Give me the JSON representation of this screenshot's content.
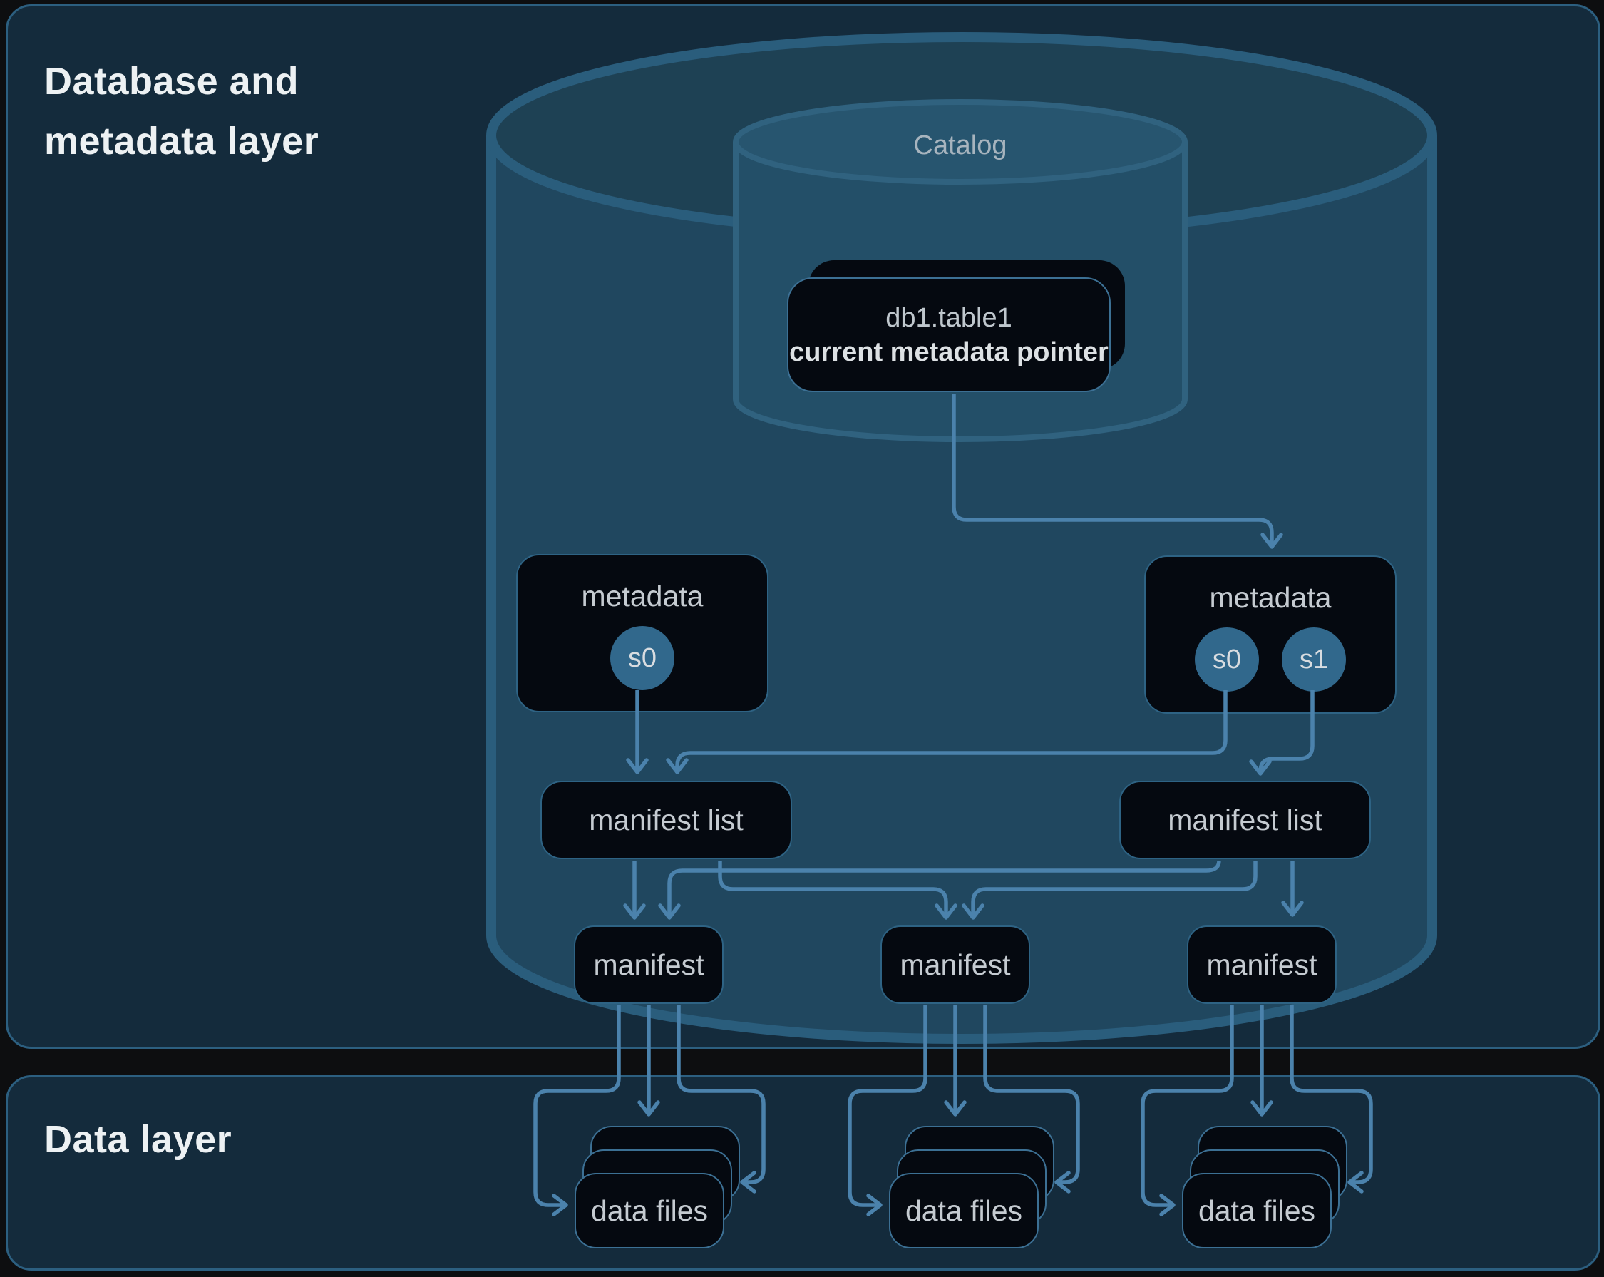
{
  "layers": {
    "metadata_layer_title_line1": "Database and",
    "metadata_layer_title_line2": "metadata layer",
    "data_layer_title": "Data layer"
  },
  "catalog": {
    "label": "Catalog",
    "pointer_box": {
      "line1": "db1.table1",
      "line2": "current metadata pointer"
    }
  },
  "metadata_files": [
    {
      "label": "metadata",
      "snapshots": [
        "s0"
      ]
    },
    {
      "label": "metadata",
      "snapshots": [
        "s0",
        "s1"
      ]
    }
  ],
  "manifest_lists": [
    {
      "label": "manifest list"
    },
    {
      "label": "manifest list"
    }
  ],
  "manifests": [
    {
      "label": "manifest"
    },
    {
      "label": "manifest"
    },
    {
      "label": "manifest"
    }
  ],
  "data_file_stacks": [
    {
      "label": "data files"
    },
    {
      "label": "data files"
    },
    {
      "label": "data files"
    }
  ],
  "colors": {
    "page_bg": "#0D0E10",
    "panel_bg": "#142B3C",
    "panel_border": "#2C5F80",
    "cylinder_body": "#20475F",
    "cylinder_top_face": "#1E4154",
    "cylinder_edge": "#2A5D7C",
    "catalog_body": "#234F68",
    "catalog_top_face": "#27556F",
    "catalog_edge": "#30627F",
    "node_bg": "#050910",
    "node_border": "#2E6384",
    "node_border_bright": "#3C7094",
    "connector": "#4B82AC",
    "snapshot_circle": "#31688C",
    "title_text": "#EDF1F3",
    "label_text": "#C5CBD1",
    "catalog_text": "#A7B4BE"
  }
}
